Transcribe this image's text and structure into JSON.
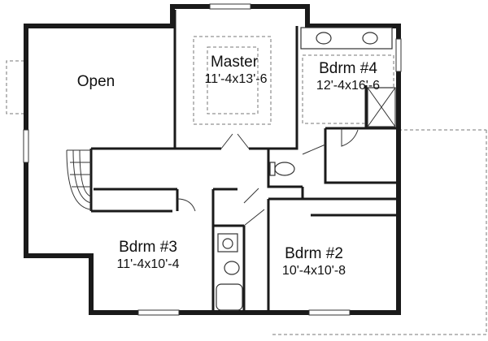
{
  "rooms": [
    {
      "id": "open",
      "name": "Open",
      "dims": ""
    },
    {
      "id": "master",
      "name": "Master",
      "dims": "11'-4x13'-6"
    },
    {
      "id": "bdrm4",
      "name": "Bdrm #4",
      "dims": "12'-4x16'-6"
    },
    {
      "id": "bdrm3",
      "name": "Bdrm #3",
      "dims": "11'-4x10'-4"
    },
    {
      "id": "bdrm2",
      "name": "Bdrm #2",
      "dims": "10'-4x10'-8"
    }
  ]
}
